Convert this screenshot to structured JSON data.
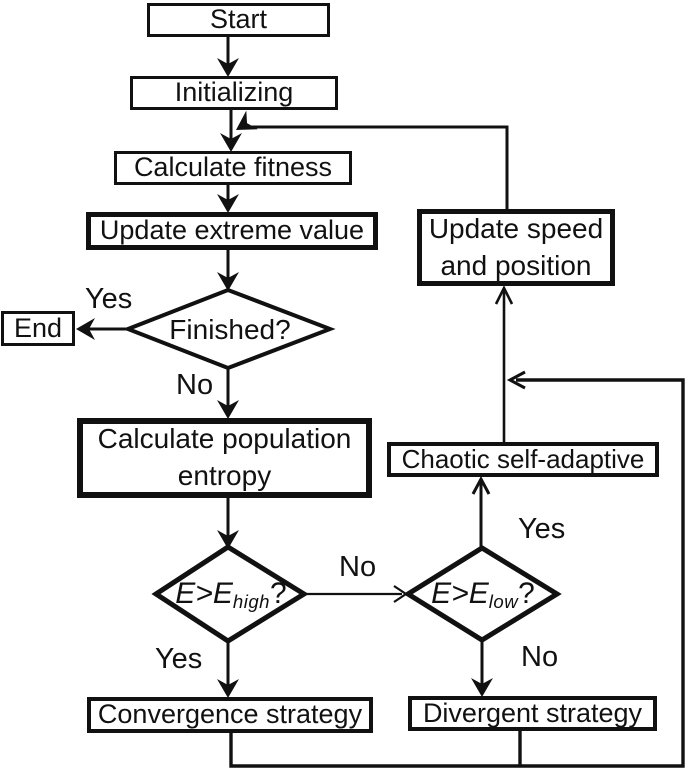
{
  "style": {
    "ink_color": "#111111",
    "background_color": "#ffffff"
  },
  "nodes": {
    "start": {
      "label": "Start",
      "shape": "rect"
    },
    "initializing": {
      "label": "Initializing",
      "shape": "rect"
    },
    "calculate_fitness": {
      "label": "Calculate fitness",
      "shape": "rect"
    },
    "update_extreme_value": {
      "label": "Update extreme value",
      "shape": "rect"
    },
    "finished": {
      "label": "Finished?",
      "shape": "diamond"
    },
    "end": {
      "label": "End",
      "shape": "rect"
    },
    "calculate_population_entropy": {
      "label": "Calculate population entropy",
      "shape": "rect"
    },
    "e_high": {
      "lead": "E>E",
      "sub": "high",
      "tail": "?",
      "shape": "diamond"
    },
    "e_low": {
      "lead": "E>E",
      "sub": "low",
      "tail": "?",
      "shape": "diamond"
    },
    "chaotic_self_adaptive": {
      "label": "Chaotic self-adaptive",
      "shape": "rect"
    },
    "update_speed_and_position": {
      "label": "Update speed and position",
      "shape": "rect"
    },
    "convergence_strategy": {
      "label": "Convergence strategy",
      "shape": "rect"
    },
    "divergent_strategy": {
      "label": "Divergent strategy",
      "shape": "rect"
    }
  },
  "edge_labels": {
    "finished_yes": "Yes",
    "finished_no": "No",
    "e_high_no": "No",
    "e_high_yes": "Yes",
    "e_low_yes": "Yes",
    "e_low_no": "No"
  }
}
